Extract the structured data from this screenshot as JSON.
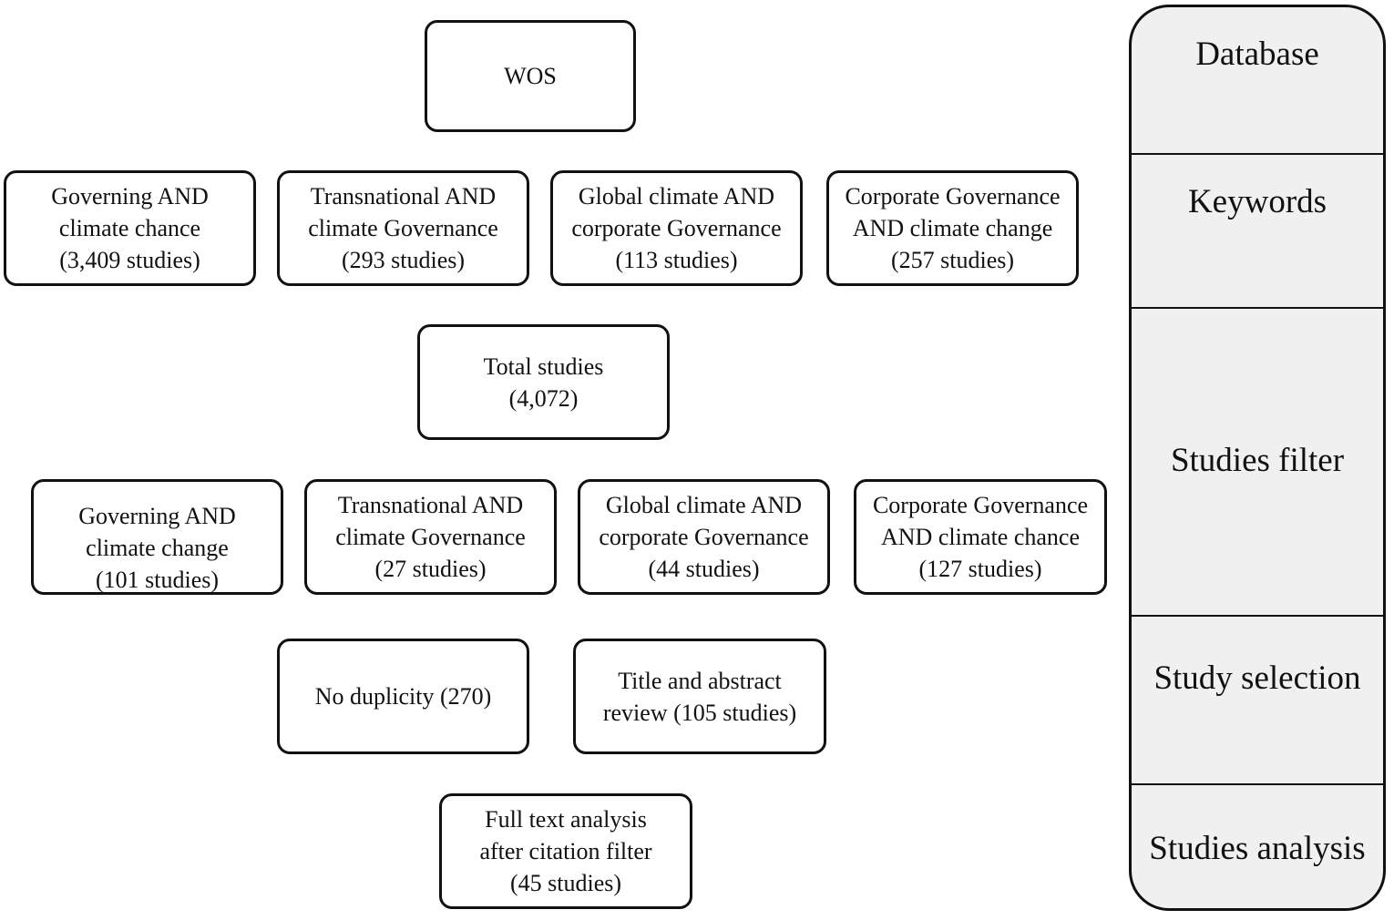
{
  "flow": {
    "database": {
      "wos": "WOS"
    },
    "keywords": [
      "Governing AND\nclimate chance\n(3,409 studies)",
      "Transnational AND\nclimate Governance\n(293 studies)",
      "Global climate AND\ncorporate Governance\n(113 studies)",
      "Corporate Governance\nAND climate change\n(257 studies)"
    ],
    "total": "Total studies\n(4,072)",
    "filter": [
      "Governing AND\nclimate change\n(101 studies)",
      "Transnational AND\nclimate Governance\n(27 studies)",
      "Global climate AND\ncorporate Governance\n(44 studies)",
      "Corporate Governance\nAND climate chance\n(127 studies)"
    ],
    "selection": [
      "No duplicity (270)",
      "Title and abstract\nreview (105 studies)"
    ],
    "analysis": "Full text analysis\nafter citation filter\n(45 studies)"
  },
  "stages": {
    "database": "Database",
    "keywords": "Keywords",
    "studies_filter": "Studies filter",
    "study_selection": "Study selection",
    "studies_analysis": "Studies analysis"
  }
}
